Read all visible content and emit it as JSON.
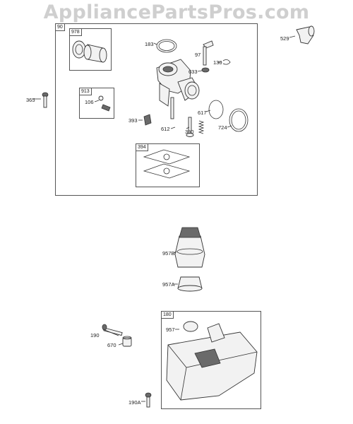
{
  "watermark": "AppliancePartsPros.com",
  "groups": {
    "main": "90",
    "kit_978": "978",
    "kit_913": "913",
    "kit_394": "394",
    "tank_180": "180"
  },
  "labels": {
    "p183": "183",
    "p97": "97",
    "p130": "130",
    "p633": "633",
    "p529": "529",
    "p365": "365",
    "p106": "106",
    "p393": "393",
    "p612": "612",
    "p390": "390",
    "p617": "617",
    "p724": "724",
    "p957B": "957B",
    "p957A": "957A",
    "p957": "957",
    "p190": "190",
    "p670": "670",
    "p190A": "190A"
  }
}
